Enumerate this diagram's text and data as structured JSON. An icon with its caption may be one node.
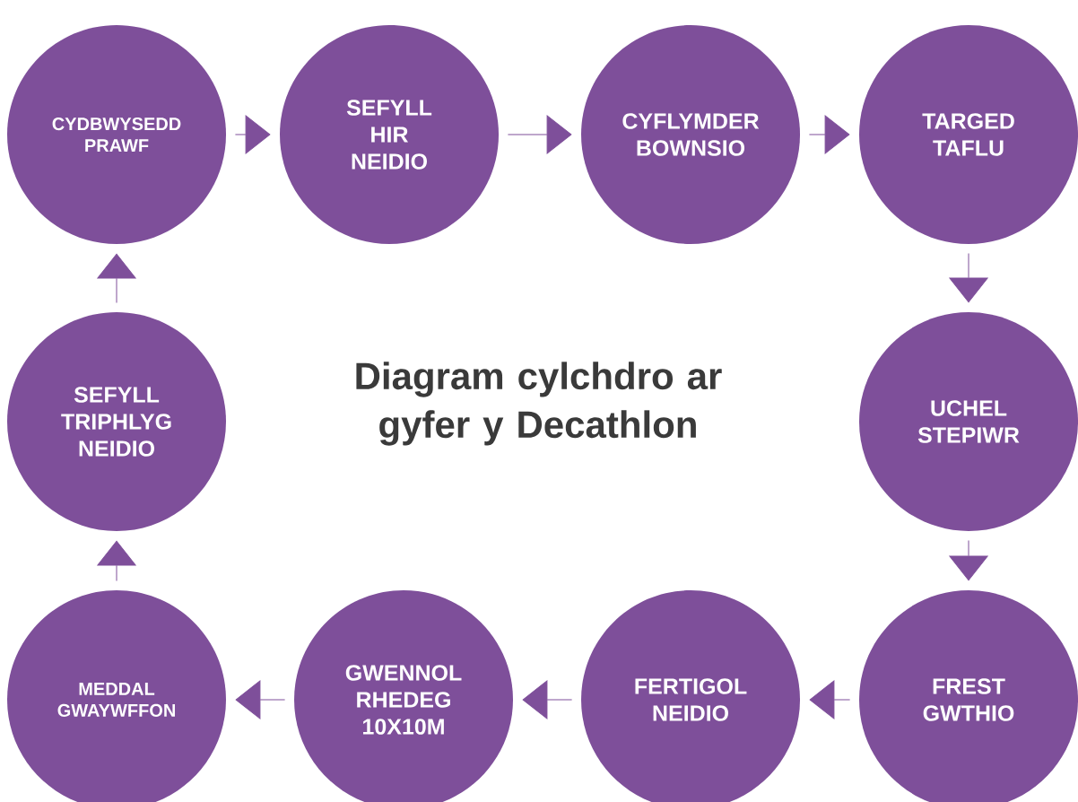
{
  "diagram": {
    "title": "Diagram cylchdro ar gyfer y Decathlon",
    "nodes": [
      {
        "text": [
          "CYDBWYSEDD PRAWF"
        ]
      },
      {
        "text": [
          "SEFYLL HIR NEIDIO"
        ]
      },
      {
        "text": [
          "CYFLYMDER BOWNSIO"
        ]
      },
      {
        "text": [
          "TARGED TAFLU"
        ]
      },
      {
        "text": [
          "UCHEL STEPIWR"
        ]
      },
      {
        "text": [
          "FREST GWTHIO"
        ]
      },
      {
        "text": [
          "FERTIGOL NEIDIO"
        ]
      },
      {
        "text": [
          "GWENNOL RHEDEG 10X10M"
        ]
      },
      {
        "text": [
          "MEDDAL GWAYWFFON"
        ]
      },
      {
        "text": [
          "SEFYLL TRIPHLYG NEIDIO"
        ]
      }
    ],
    "edges": [
      {
        "from": 0,
        "to": 1,
        "arrow": "to"
      },
      {
        "from": 1,
        "to": 2,
        "arrow": "to"
      },
      {
        "from": 2,
        "to": 3,
        "arrow": "to"
      },
      {
        "from": 3,
        "to": 4,
        "arrow": "to"
      },
      {
        "from": 4,
        "to": 5,
        "arrow": "to"
      },
      {
        "from": 5,
        "to": 6,
        "arrow": "to"
      },
      {
        "from": 6,
        "to": 7,
        "arrow": "to"
      },
      {
        "from": 7,
        "to": 8,
        "arrow": "to"
      },
      {
        "from": 8,
        "to": 9,
        "arrow": "to"
      },
      {
        "from": 9,
        "to": 0,
        "arrow": "to"
      }
    ]
  }
}
